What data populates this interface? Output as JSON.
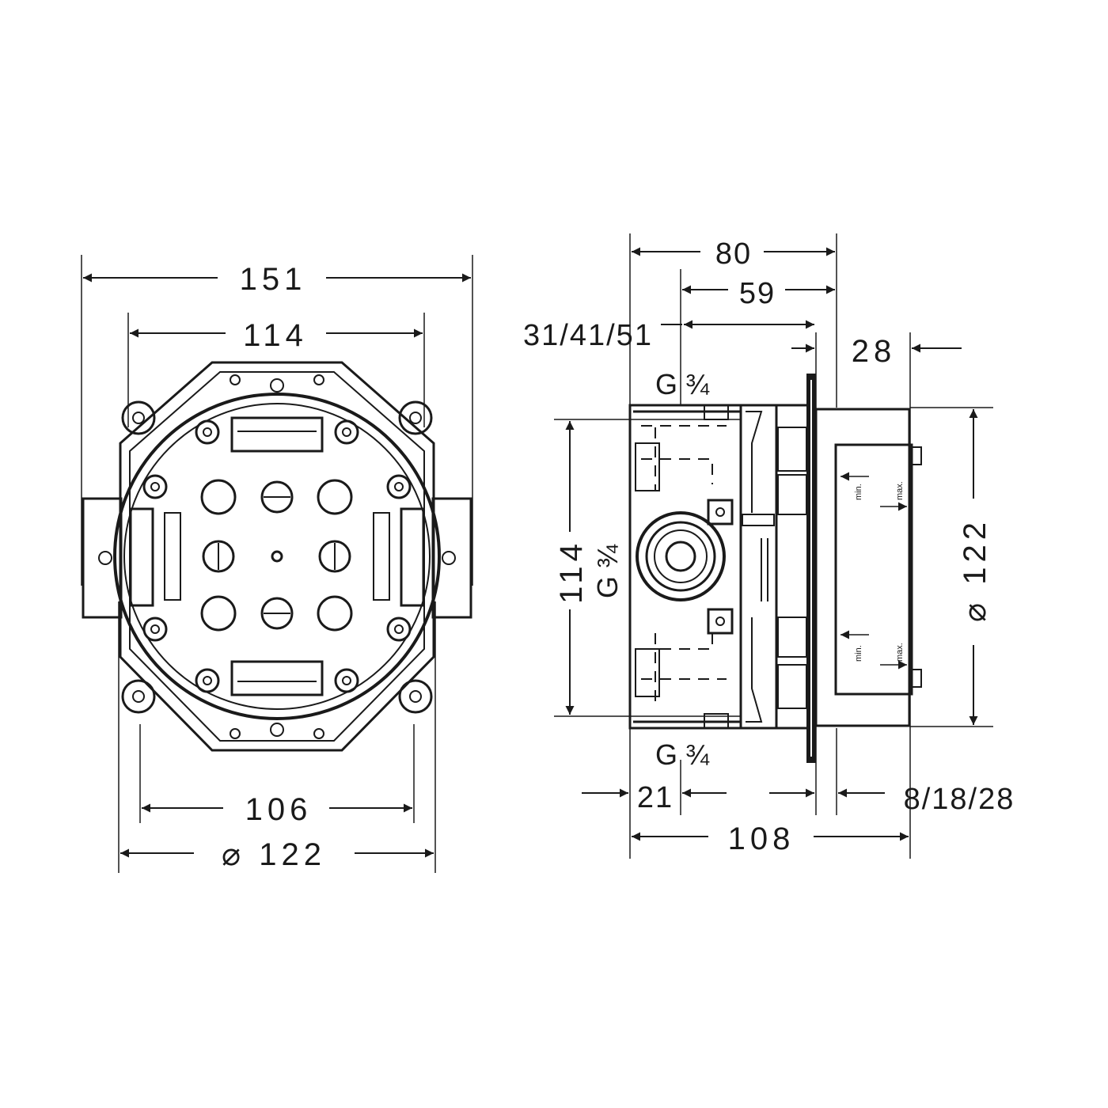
{
  "front_view": {
    "dim_overall_width": "151",
    "dim_mount_width": "114",
    "dim_lower_width": "106",
    "dim_diameter": "⌀ 122"
  },
  "side_view": {
    "dim_depth_80": "80",
    "dim_depth_59": "59",
    "dim_depth_range": "31/41/51",
    "dim_trim_28": "28",
    "dim_height_114": "114",
    "dim_diameter_122": "⌀ 122",
    "dim_base_21": "21",
    "dim_plate_range": "8/18/28",
    "dim_total_108": "108",
    "port_top": "G ¾",
    "port_side": "G ¾",
    "port_bottom": "G ¾",
    "min_label": "min.",
    "max_label": "max."
  }
}
